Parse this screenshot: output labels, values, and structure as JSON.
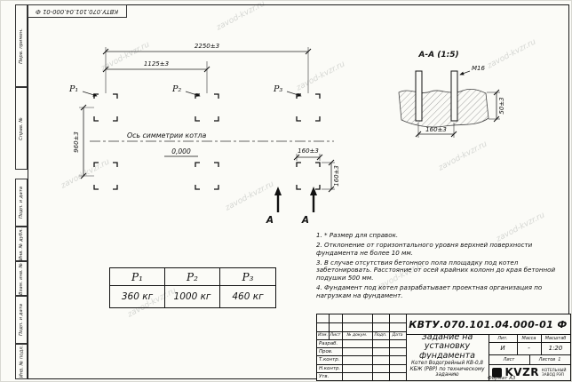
{
  "watermark": "zavod-kvzr.ru",
  "stamp_top": "КВТУ.070.101.04.000-01 Ф",
  "margin_stamps": {
    "perv_primen": "Перв. примен.",
    "sprav_no": "Справ. №",
    "podp_data_1": "Подп. и дата",
    "inv_no_dubl": "Инв. № дубл.",
    "vzam_inv_no": "Взам. инв. №",
    "podp_data_2": "Подп. и дата",
    "inv_no_podl": "Инв. № подл."
  },
  "plan": {
    "dim_2250": "2250±3",
    "dim_1125": "1125±3",
    "dim_960": "960±3",
    "dim_160_h": "160±3",
    "dim_160_v": "160±3",
    "p1": "P₁",
    "p2": "P₂",
    "p3": "P₃",
    "axis_label": "Ось симметрии котла",
    "level": "0,000",
    "section_letter": "А"
  },
  "section": {
    "title": "А-А (1:5)",
    "bolt_label": "М16",
    "dim_50": "50±3",
    "dim_160": "160±3"
  },
  "notes": [
    "1. * Размер для справок.",
    "2. Отклонение от горизонтального уровня верхней поверхности фундамента не более 10 мм.",
    "3. В случае отсутствия бетонного пола площадку под котел забетонировать. Расстояние от осей крайних колонн до края бетонной подушки 500 мм.",
    "4. Фундамент под котел разрабатывает проектная организация по нагрузкам на фундамент."
  ],
  "load_table": {
    "headers": [
      "P₁",
      "P₂",
      "P₃"
    ],
    "values": [
      "360 кг",
      "1000 кг",
      "460 кг"
    ]
  },
  "title_block": {
    "doc_number": "КВТУ.070.101.04.000-01 Ф",
    "title": "Задание на установку фундамента",
    "subtitle": "Котел Водогрейный КВ-0,8 КБЖ (РВР) по техническому заданию",
    "header_cols": [
      "Изм.",
      "Лист",
      "№ докум.",
      "Подп.",
      "Дата"
    ],
    "row_labels": [
      "Разраб.",
      "Пров.",
      "Т.контр.",
      "Н.контр.",
      "Утв."
    ],
    "lit_label": "Лит.",
    "massa_label": "Масса",
    "masshtab_label": "Масштаб",
    "lit_value": "И",
    "massa_value": "-",
    "masshtab_value": "1:20",
    "list_label": "Лист",
    "listov_label": "Листов",
    "listov_value": "1",
    "logo_text": "KVZR",
    "company_line1": "КОТЕЛЬНЫЙ",
    "company_line2": "ЗАВОД РЭП"
  },
  "format_label": "Формат А3"
}
